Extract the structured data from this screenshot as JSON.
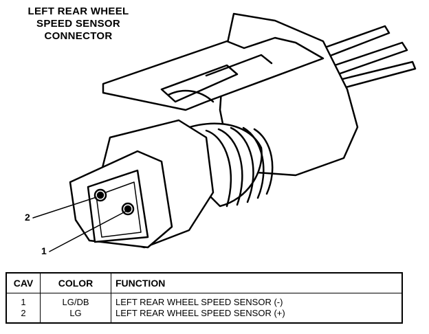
{
  "title": {
    "line1": "LEFT REAR WHEEL",
    "line2": "SPEED SENSOR",
    "line3": "CONNECTOR"
  },
  "pin_labels": [
    "2",
    "1"
  ],
  "table": {
    "headers": [
      "CAV",
      "COLOR",
      "FUNCTION"
    ],
    "rows": [
      {
        "cav": "1",
        "color": "LG/DB",
        "function": "LEFT REAR WHEEL SPEED SENSOR (-)"
      },
      {
        "cav": "2",
        "color": "LG",
        "function": "LEFT REAR WHEEL SPEED SENSOR (+)"
      }
    ]
  }
}
